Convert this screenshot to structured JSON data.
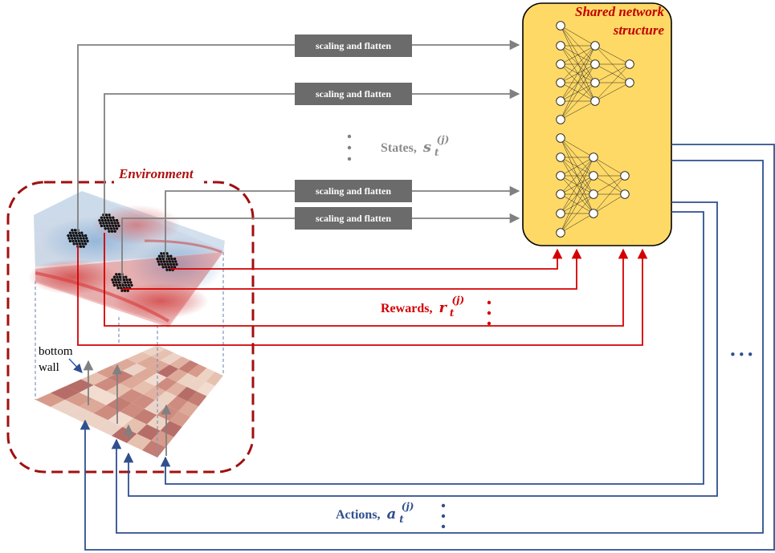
{
  "network": {
    "title_line1": "Shared network",
    "title_line2": "structure"
  },
  "environment": {
    "label": "Environment",
    "bottom_wall_line1": "bottom",
    "bottom_wall_line2": "wall"
  },
  "state_boxes": [
    {
      "label": "scaling and flatten"
    },
    {
      "label": "scaling and flatten"
    },
    {
      "label": "scaling and flatten"
    },
    {
      "label": "scaling and flatten"
    }
  ],
  "states": {
    "label": "States,",
    "symbol": "s",
    "sub": "t",
    "sup": "(j)"
  },
  "rewards": {
    "label": "Rewards,",
    "symbol": "r",
    "sub": "t",
    "sup": "(j)"
  },
  "actions": {
    "label": "Actions,",
    "symbol": "a",
    "sub": "t",
    "sup": "(j)"
  },
  "ellipsis": "•••",
  "colors": {
    "state_arrow": "#808080",
    "reward_arrow": "#d40000",
    "action_line": "#2f4f8f",
    "network_fill": "#ffd966",
    "environment_border": "#a01010",
    "box_fill": "#6b6b6b"
  }
}
